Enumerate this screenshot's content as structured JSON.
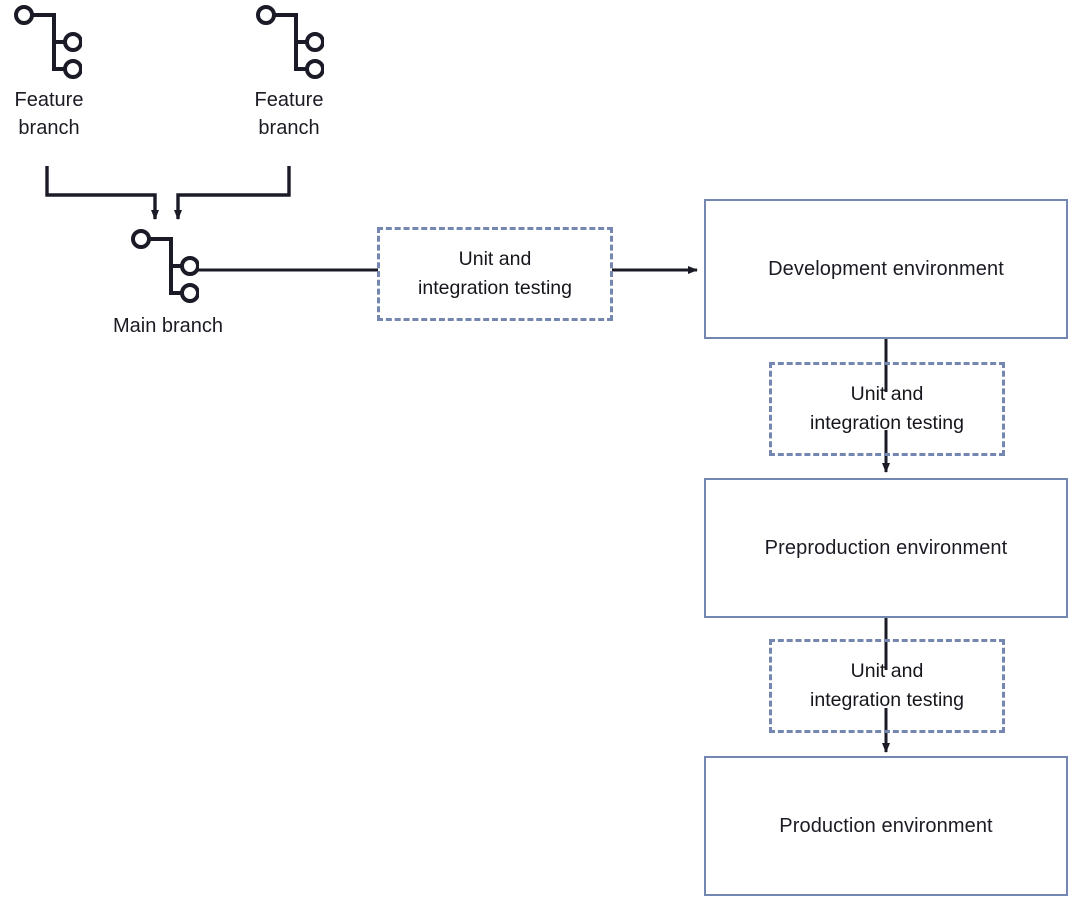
{
  "diagram": {
    "title": "CI/CD branching and environment promotion flow",
    "colors": {
      "box_border": "#7487b0",
      "dashed_border": "#7487b0",
      "line": "#1b1b28",
      "text": "#1b1b24",
      "background": "#ffffff"
    },
    "branches": [
      {
        "id": "feature-branch-left",
        "icon": "git-branch-icon",
        "label": "Feature\nbranch"
      },
      {
        "id": "feature-branch-right",
        "icon": "git-branch-icon",
        "label": "Feature\nbranch"
      },
      {
        "id": "main-branch",
        "icon": "git-branch-icon",
        "label": "Main branch"
      }
    ],
    "testing_gates": [
      {
        "id": "testing-gate-1",
        "label": "Unit and\nintegration testing"
      },
      {
        "id": "testing-gate-2",
        "label": "Unit and\nintegration testing"
      },
      {
        "id": "testing-gate-3",
        "label": "Unit and\nintegration testing"
      }
    ],
    "environments": [
      {
        "id": "development-environment",
        "label": "Development environment"
      },
      {
        "id": "preproduction-environment",
        "label": "Preproduction environment"
      },
      {
        "id": "production-environment",
        "label": "Production environment"
      }
    ]
  }
}
